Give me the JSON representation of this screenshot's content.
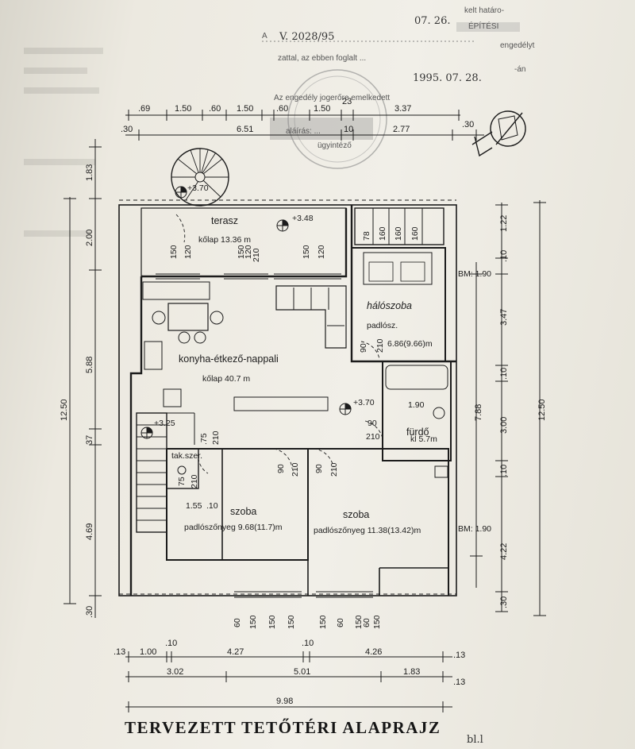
{
  "document": {
    "title": "TERVEZETT TETŐTÉRI ALAPRAJZ",
    "stamp": {
      "line1_prefix": "A",
      "line1_number": "V. 2028/95",
      "line1_date": "07. 26.",
      "line1_suffix": "kelt határo-",
      "line1_suffix2": "ÉPÍTÉSI",
      "line2": "zattal, az ebben foglalt ...",
      "line2_suffix": "engedélyt",
      "line3": "Az engedély jogerőre emelkedett",
      "line4_date": "1995. 07. 28.",
      "line4_suffix": "-án",
      "line5": "aláírás: ...",
      "line6": "ügyintéző"
    },
    "rooms": {
      "terrace_name": "terasz",
      "terrace_floor": "kőlap 13.36 m",
      "terrace_level": "+3.48",
      "living_name": "konyha-étkező-nappali",
      "living_floor": "kőlap 40.7 m",
      "living_level": "+3.70",
      "bedroom_name": "hálószoba",
      "bedroom_floor": "padlósz.",
      "bedroom_area": "6.86(9.66)m",
      "bath_name": "fürdő",
      "bath_floor": "kl 5.7m",
      "storage_name": "tak.szer.",
      "room1_name": "szoba",
      "room1_floor": "padlószőnyeg 9.68(11.7)m",
      "room2_name": "szoba",
      "room2_floor": "padlószőnyeg 11.38(13.42)m",
      "stair_top_level": "+3.70",
      "stair_level": "+3.25",
      "bm_top": "BM: 1.90",
      "bm_bottom": "BM: 1.90"
    },
    "dims_top_row1": [
      ".69",
      "1.50",
      ".60",
      "1.50",
      ".60",
      "1.50",
      "23",
      "3.37"
    ],
    "dims_top_row2": [
      ".30",
      "6.51",
      "10",
      "2.77",
      ".30"
    ],
    "dims_left": [
      "1.83",
      "2.00",
      "5.88",
      "37",
      "4.69",
      ".30"
    ],
    "dims_left_total": "12.50",
    "dims_right": [
      "1.22",
      ".10",
      "3.47",
      ".10",
      "3.00",
      ".10",
      "4.22",
      ".30"
    ],
    "dims_right_mid": "7.88",
    "dims_right_total": "12.50",
    "dims_bottom_windows": [
      "60",
      "150",
      "150",
      "150",
      "150",
      "60",
      "150",
      "60",
      "150"
    ],
    "dims_bottom_row1": [
      ".13",
      "1.00",
      ".10",
      "4.27",
      ".10",
      "4.26",
      ".13"
    ],
    "dims_bottom_row2": [
      "3.02",
      "5.01",
      "1.83",
      ".13"
    ],
    "dims_bottom_total": "9.98",
    "interior_dims": [
      "150",
      "120",
      "150",
      "210",
      "120",
      "150",
      "120",
      "78",
      "160",
      "160",
      "160",
      "90",
      "210",
      "1.90",
      "90",
      "210",
      "90",
      "210",
      "90",
      "210",
      ".75",
      "210",
      "75",
      "210",
      "1.55",
      ".10"
    ],
    "signature": "bl.l"
  }
}
